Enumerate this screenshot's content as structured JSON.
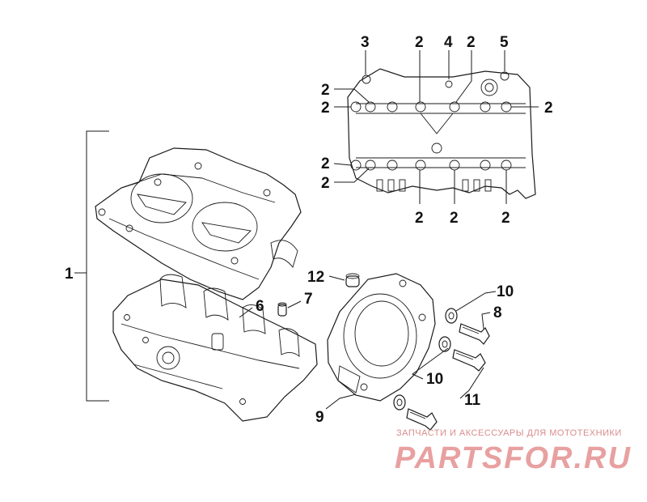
{
  "diagram": {
    "callouts": {
      "c1": "1",
      "c2": "2",
      "c3": "3",
      "c4": "4",
      "c5": "5",
      "c6": "6",
      "c7": "7",
      "c8": "8",
      "c9": "9",
      "c10": "10",
      "c11": "11",
      "c12": "12"
    }
  },
  "watermark": {
    "tagline": "ЗАПЧАСТИ И АКСЕССУАРЫ ДЛЯ МОТОТЕХНИКИ",
    "logo": "PARTSFOR.RU",
    "color": "#e8a0a0"
  },
  "colors": {
    "line": "#1a1a1a",
    "background": "#ffffff"
  }
}
